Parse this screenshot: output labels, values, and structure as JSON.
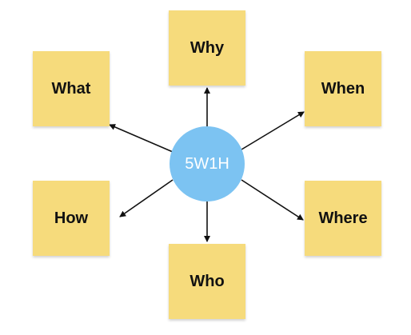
{
  "center": {
    "label": "5W1H",
    "color": "#7cc3f2"
  },
  "notes": {
    "why": "Why",
    "what": "What",
    "when": "When",
    "how": "How",
    "where": "Where",
    "who": "Who"
  },
  "colors": {
    "note": "#f6db7c",
    "arrow": "#111111"
  }
}
